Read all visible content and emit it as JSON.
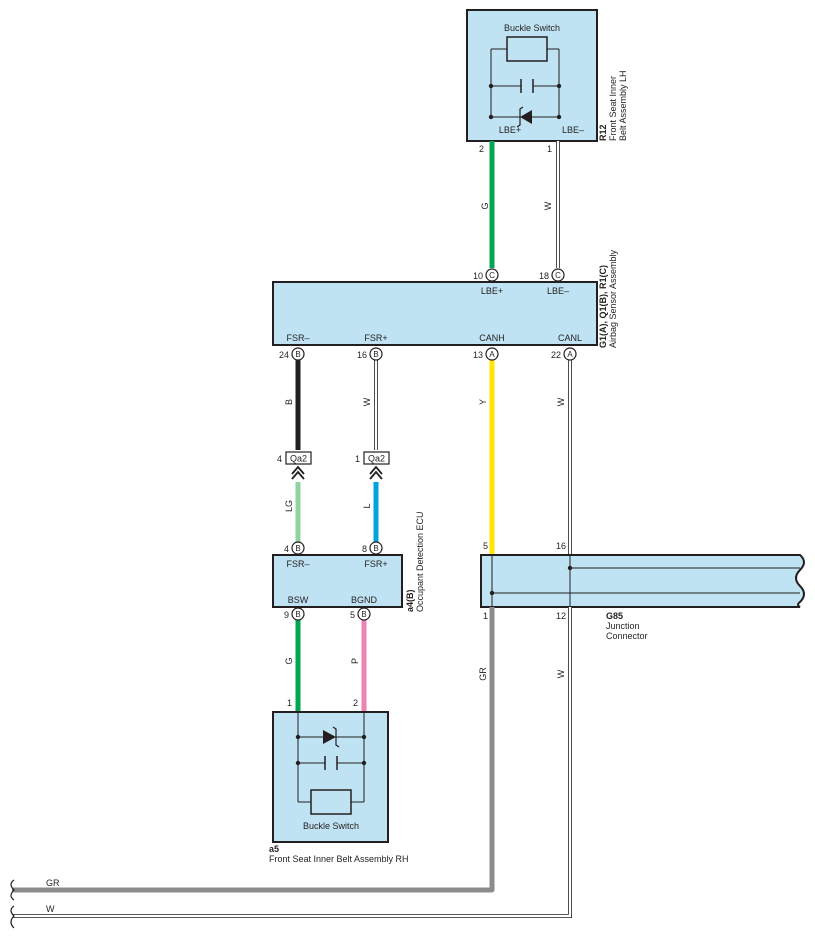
{
  "components": {
    "r12": {
      "inner_label": "Buckle Switch",
      "code": "R12",
      "name_line1": "Front Seat Inner",
      "name_line2": "Belt Assembly LH",
      "term_plus": "LBE+",
      "term_minus": "LBE–",
      "pin_plus": "2",
      "pin_minus": "1"
    },
    "airbag": {
      "code": "G1(A), Q1(B), R1(C)",
      "name": "Airbag Sensor Assembly",
      "top_pins": [
        {
          "num": "10",
          "conn": "C",
          "term": "LBE+"
        },
        {
          "num": "18",
          "conn": "C",
          "term": "LBE–"
        }
      ],
      "bottom_pins": [
        {
          "num": "24",
          "conn": "B",
          "term": "FSR–"
        },
        {
          "num": "16",
          "conn": "B",
          "term": "FSR+"
        },
        {
          "num": "13",
          "conn": "A",
          "term": "CANH"
        },
        {
          "num": "22",
          "conn": "A",
          "term": "CANL"
        }
      ]
    },
    "qa2": {
      "code": "Qa2",
      "pin_left": "4",
      "pin_right": "1"
    },
    "ecu": {
      "code": "a4(B)",
      "name": "Occupant Detection ECU",
      "top_pins": [
        {
          "num": "4",
          "conn": "B",
          "term": "FSR–"
        },
        {
          "num": "8",
          "conn": "B",
          "term": "FSR+"
        }
      ],
      "bottom_pins": [
        {
          "num": "9",
          "conn": "B",
          "term": "BSW"
        },
        {
          "num": "5",
          "conn": "B",
          "term": "BGND"
        }
      ]
    },
    "g85": {
      "code": "G85",
      "name_line1": "Junction",
      "name_line2": "Connector",
      "pin_5": "5",
      "pin_16": "16",
      "pin_1": "1",
      "pin_12": "12"
    },
    "a5": {
      "inner_label": "Buckle Switch",
      "code": "a5",
      "name": "Front Seat Inner Belt Assembly RH",
      "pin_1": "1",
      "pin_2": "2"
    }
  },
  "wires": {
    "g_r12": "G",
    "w_r12": "W",
    "b": "B",
    "w_fsr": "W",
    "y": "Y",
    "w_canl": "W",
    "lg": "LG",
    "l": "L",
    "g_bsw": "G",
    "p": "P",
    "gr": "GR",
    "w_12": "W",
    "gr_bottom": "GR",
    "w_bottom": "W"
  },
  "colors": {
    "box_fill": "#bfe3f2",
    "G": "#00a651",
    "W": "#ffffff",
    "B": "#231f20",
    "Y": "#ffe600",
    "LG": "#8fd3a1",
    "L": "#00a3e0",
    "P": "#ee82b4",
    "GR": "#8c8c8c"
  }
}
